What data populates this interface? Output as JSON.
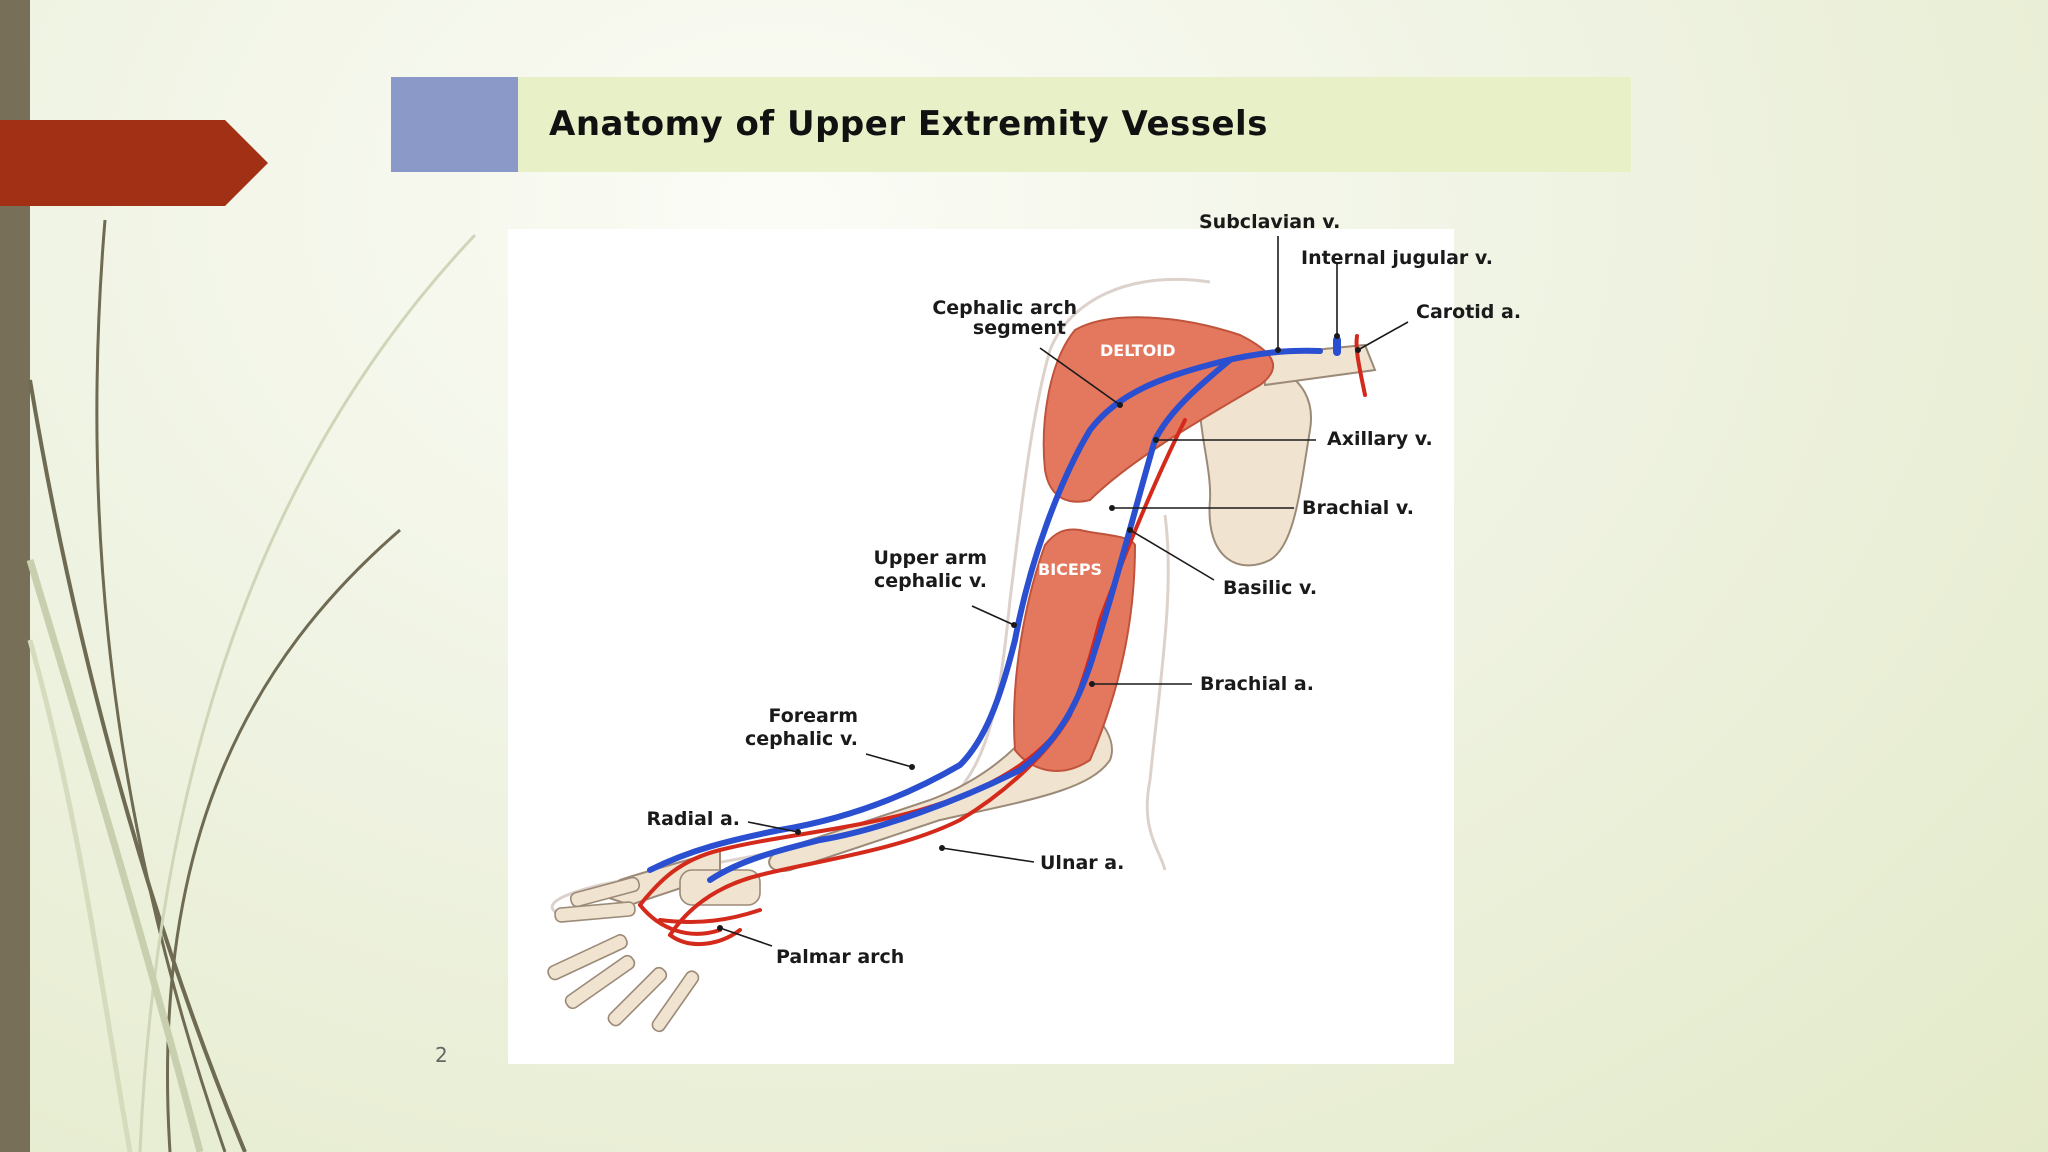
{
  "slide": {
    "title": "Anatomy of Upper Extremity Vessels",
    "number": "2"
  },
  "colors": {
    "background": "#eef2df",
    "side_bar": "#776f57",
    "arrow_tab": "#a23015",
    "title_square": "#8b99c9",
    "title_band": "#e8f0c8",
    "vein": "#2a4fd0",
    "artery": "#d42a1c",
    "muscle": "#e4785e"
  },
  "diagram": {
    "labels": {
      "subclavian_v": "Subclavian v.",
      "internal_jugular_v": "Internal jugular v.",
      "carotid_a": "Carotid a.",
      "cephalic_arch_line1": "Cephalic arch",
      "cephalic_arch_line2": "segment",
      "axillary_v": "Axillary v.",
      "brachial_v": "Brachial v.",
      "basilic_v": "Basilic v.",
      "upper_arm_line1": "Upper arm",
      "upper_arm_line2": "cephalic v.",
      "brachial_a": "Brachial a.",
      "forearm_line1": "Forearm",
      "forearm_line2": "cephalic v.",
      "radial_a": "Radial a.",
      "ulnar_a": "Ulnar a.",
      "palmar_arch": "Palmar arch"
    },
    "muscles": {
      "deltoid": "DELTOID",
      "biceps": "BICEPS"
    }
  }
}
